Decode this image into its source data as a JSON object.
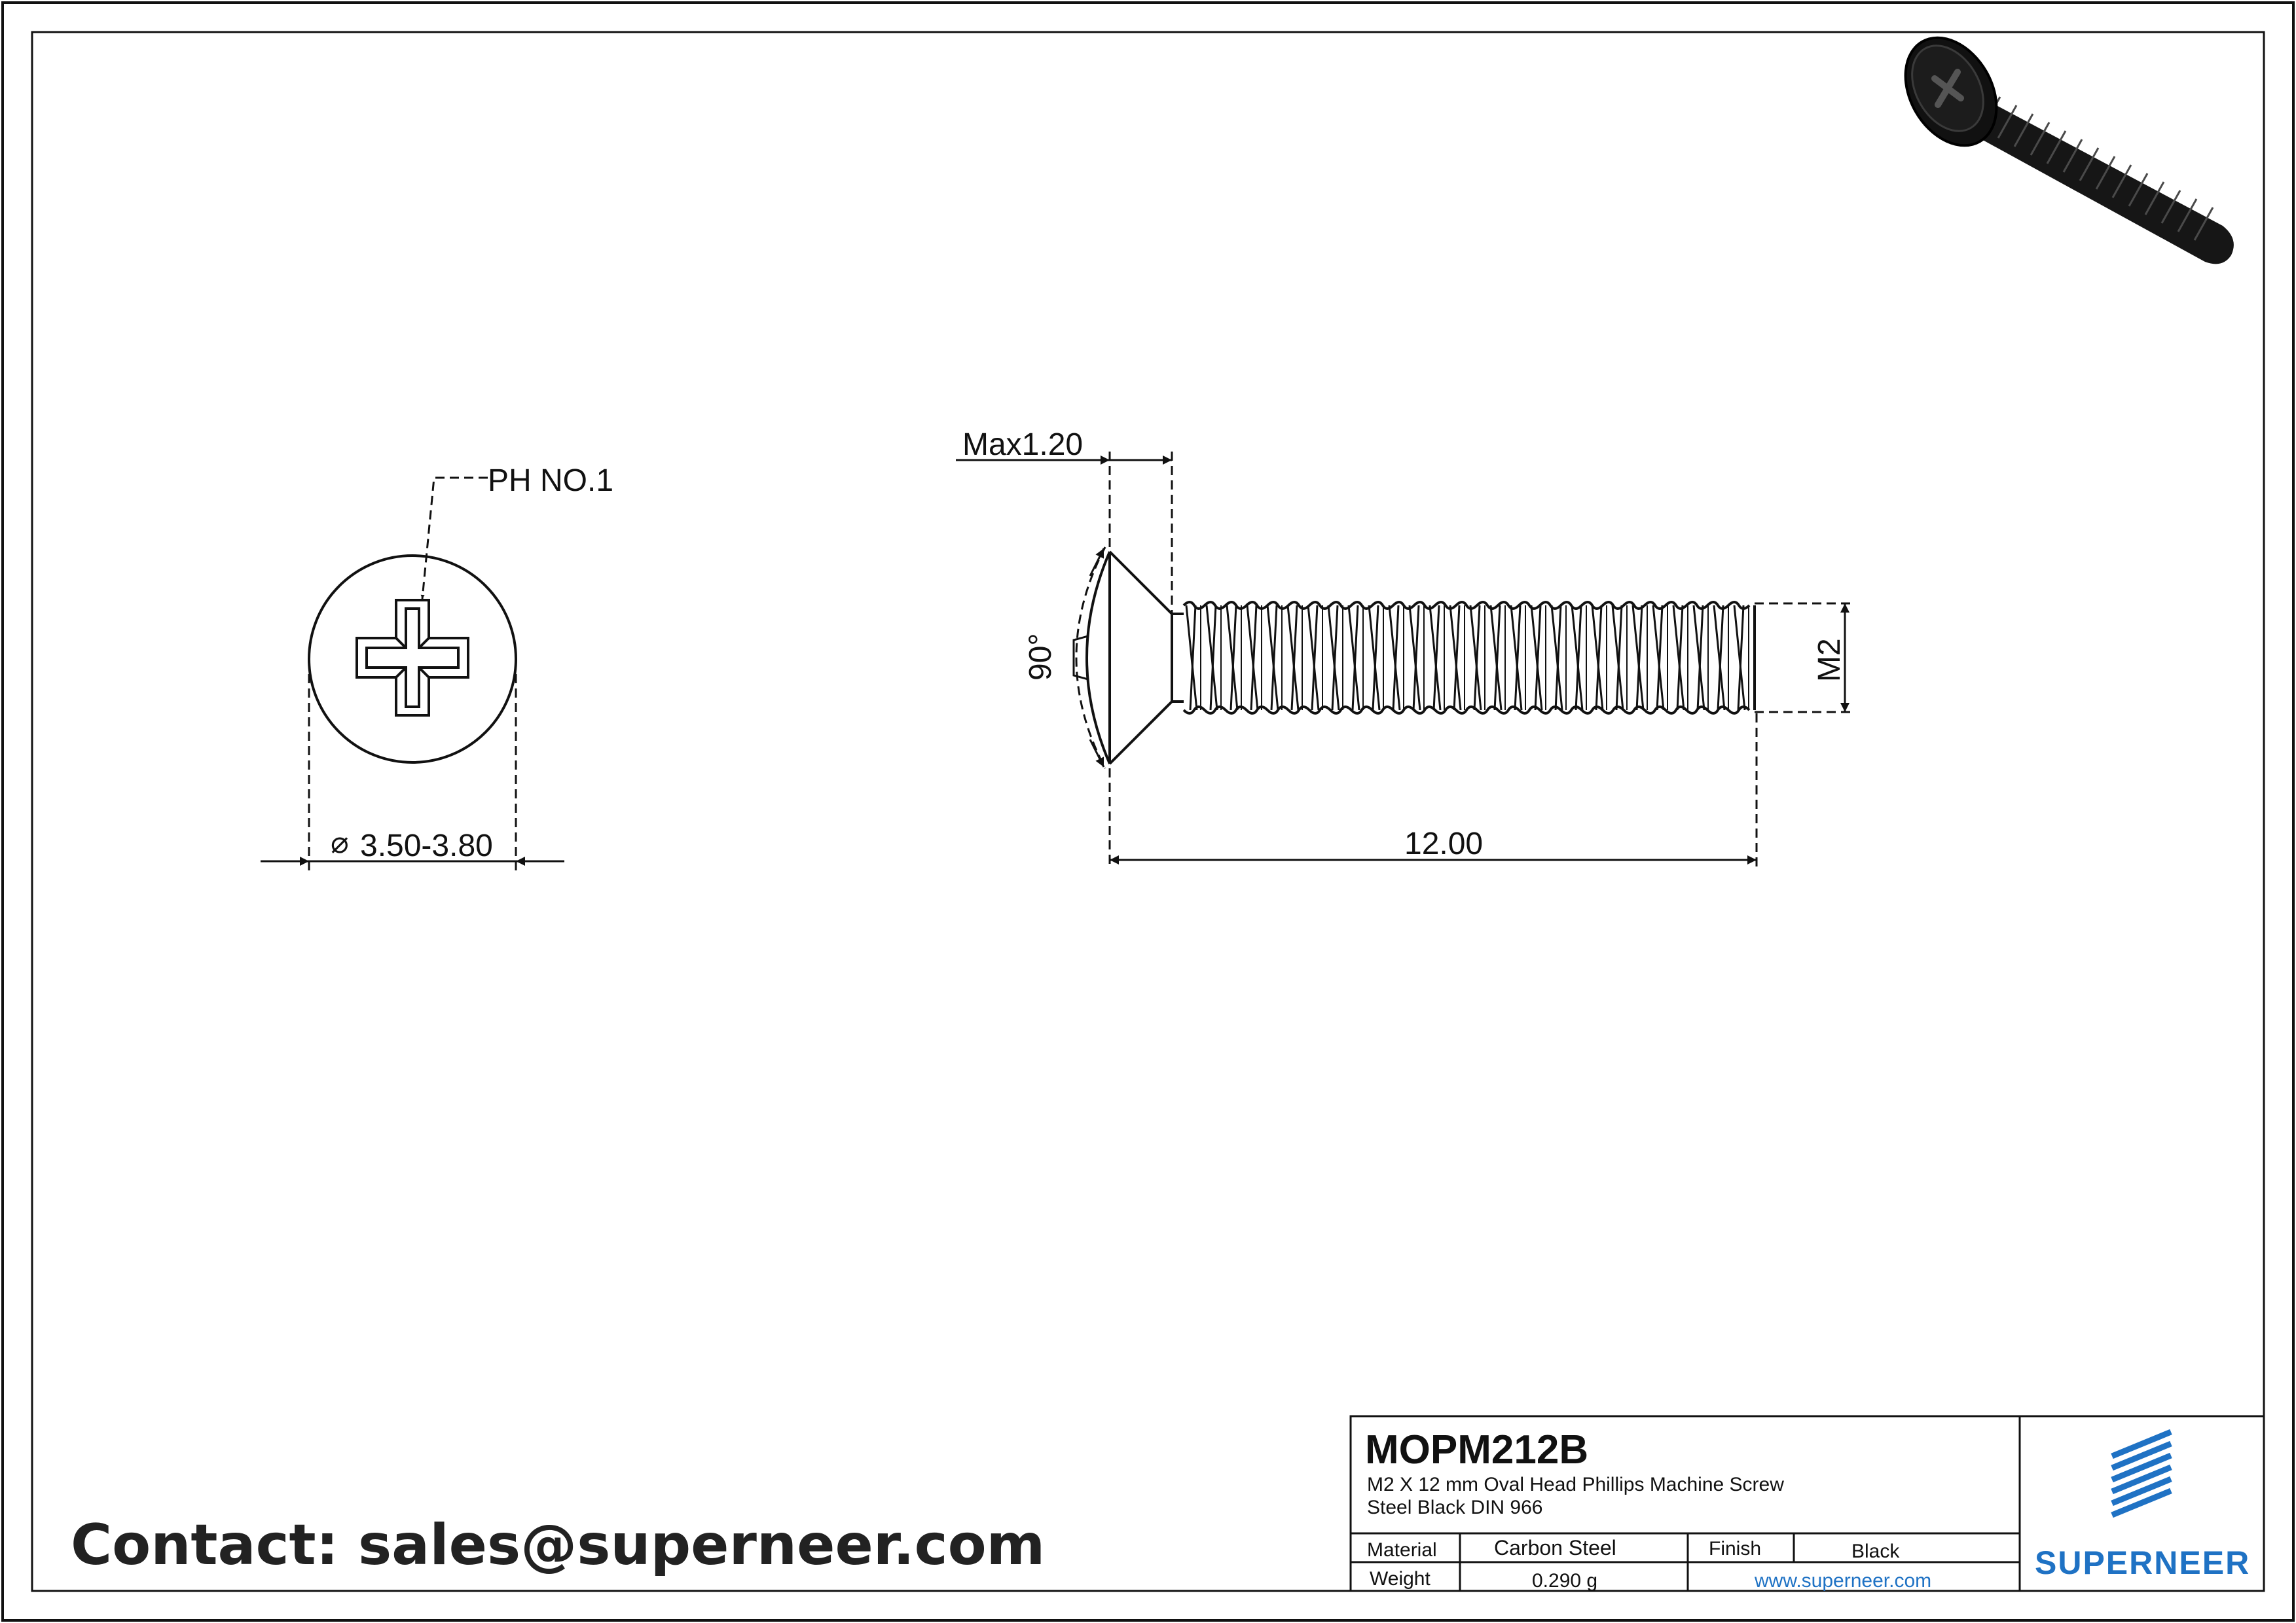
{
  "drawing": {
    "callout_drive": "PH NO.1",
    "dim_head_diameter": "3.50-3.80",
    "diameter_symbol": "⌀",
    "dim_head_height": "Max1.20",
    "dim_angle": "90°",
    "dim_thread": "M2",
    "dim_length": "12.00"
  },
  "title_block": {
    "part_number": "MOPM212B",
    "description_line1": "M2 X 12 mm  Oval Head Phillips Machine Screw",
    "description_line2": "Steel Black DIN 966",
    "material_label": "Material",
    "material_value": "Carbon Steel",
    "finish_label": "Finish",
    "finish_value": "Black",
    "weight_label": "Weight",
    "weight_value": "0.290 g",
    "website": "www.superneer.com",
    "brand": "SUPERNEER",
    "brand_color": "#1f72c4"
  },
  "contact": "Contact: sales@superneer.com"
}
